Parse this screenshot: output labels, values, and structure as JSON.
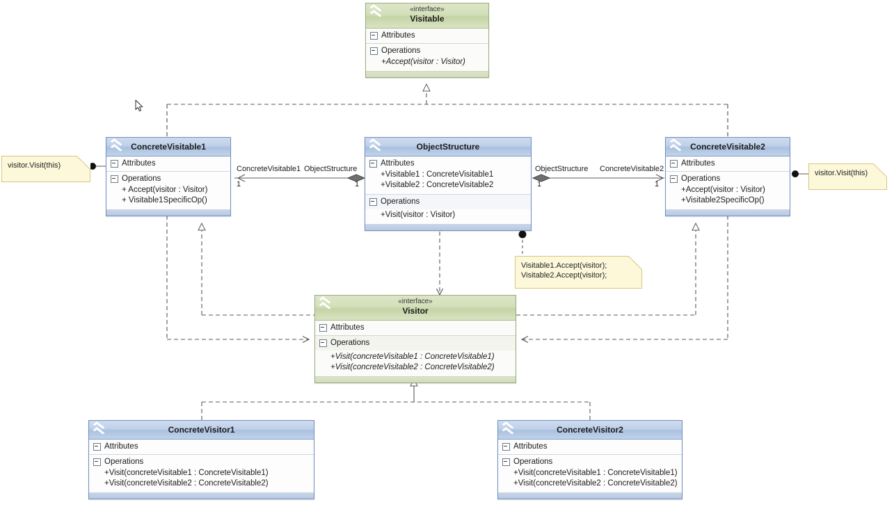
{
  "diagram": {
    "title": "Visitor design pattern UML class diagram",
    "notation": "UML",
    "colors": {
      "interface_header": "#cbd9ab",
      "class_header": "#b9cce6",
      "class_border": "#6f8fbd",
      "interface_border": "#9aab7d",
      "note_fill": "#fdf8da",
      "note_border": "#d8c77e",
      "line": "#595959"
    }
  },
  "classes": {
    "visitable": {
      "stereotype": "«interface»",
      "name": "Visitable",
      "attributes_label": "Attributes",
      "operations_label": "Operations",
      "attributes": [],
      "operations": [
        "+Accept(visitor : Visitor)"
      ]
    },
    "concrete_visitable1": {
      "stereotype": "",
      "name": "ConcreteVisitable1",
      "attributes_label": "Attributes",
      "operations_label": "Operations",
      "attributes": [],
      "operations": [
        "+ Accept(visitor : Visitor)",
        "+ Visitable1SpecificOp()"
      ]
    },
    "object_structure": {
      "stereotype": "",
      "name": "ObjectStructure",
      "attributes_label": "Attributes",
      "operations_label": "Operations",
      "attributes": [
        "+Visitable1 : ConcreteVisitable1",
        "+Visitable2 : ConcreteVisitable2"
      ],
      "operations": [
        "+Visit(visitor : Visitor)"
      ]
    },
    "concrete_visitable2": {
      "stereotype": "",
      "name": "ConcreteVisitable2",
      "attributes_label": "Attributes",
      "operations_label": "Operations",
      "attributes": [],
      "operations": [
        "+Accept(visitor : Visitor)",
        "+Visitable2SpecificOp()"
      ]
    },
    "visitor": {
      "stereotype": "«interface»",
      "name": "Visitor",
      "attributes_label": "Attributes",
      "operations_label": "Operations",
      "attributes": [],
      "operations": [
        "+Visit(concreteVisitable1 : ConcreteVisitable1)",
        "+Visit(concreteVisitable2 : ConcreteVisitable2)"
      ]
    },
    "concrete_visitor1": {
      "stereotype": "",
      "name": "ConcreteVisitor1",
      "attributes_label": "Attributes",
      "operations_label": "Operations",
      "attributes": [],
      "operations": [
        "+Visit(concreteVisitable1 : ConcreteVisitable1)",
        "+Visit(concreteVisitable2 : ConcreteVisitable2)"
      ]
    },
    "concrete_visitor2": {
      "stereotype": "",
      "name": "ConcreteVisitor2",
      "attributes_label": "Attributes",
      "operations_label": "Operations",
      "attributes": [],
      "operations": [
        "+Visit(concreteVisitable1 : ConcreteVisitable1)",
        "+Visit(concreteVisitable2 : ConcreteVisitable2)"
      ]
    }
  },
  "notes": {
    "left": {
      "lines": [
        "visitor.Visit(this)"
      ]
    },
    "right": {
      "lines": [
        "visitor.Visit(this)"
      ]
    },
    "center": {
      "lines": [
        "Visitable1.Accept(visitor);",
        "Visitable2.Accept(visitor);"
      ]
    }
  },
  "associations": {
    "left": {
      "source_role": "ConcreteVisitable1",
      "target_role": "ObjectStructure",
      "source_multiplicity": "1",
      "target_multiplicity": "1"
    },
    "right": {
      "source_role": "ObjectStructure",
      "target_role": "ConcreteVisitable2",
      "source_multiplicity": "1",
      "target_multiplicity": "1"
    }
  }
}
